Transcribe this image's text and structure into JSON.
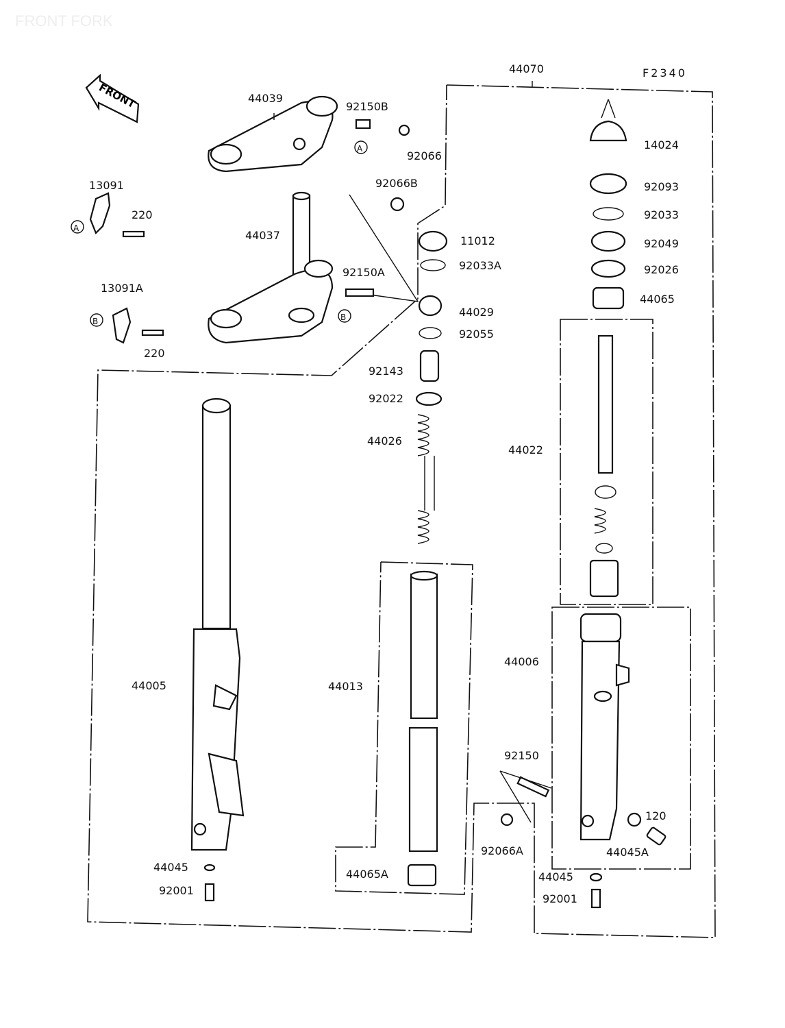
{
  "title": "FRONT FORK",
  "diagram_code": "F2340",
  "front_arrow": "FRONT",
  "ref_markers": {
    "a": "A",
    "b": "B"
  },
  "parts": {
    "p44070": "44070",
    "p44039": "44039",
    "p92150B": "92150B",
    "p92066": "92066",
    "p13091": "13091",
    "p220a": "220",
    "p92066B": "92066B",
    "p44037": "44037",
    "p11012": "11012",
    "p92033A": "92033A",
    "p92150A": "92150A",
    "p13091A": "13091A",
    "p220b": "220",
    "p44029": "44029",
    "p92055": "92055",
    "p92143": "92143",
    "p92022": "92022",
    "p44026": "44026",
    "p14024": "14024",
    "p92093": "92093",
    "p92033": "92033",
    "p92049": "92049",
    "p92026": "92026",
    "p44065": "44065",
    "p44022": "44022",
    "p44006": "44006",
    "p44005": "44005",
    "p44013": "44013",
    "p92150": "92150",
    "p120": "120",
    "p44045A": "44045A",
    "p92066A": "92066A",
    "p44065A": "44065A",
    "p44045a": "44045",
    "p92001a": "92001",
    "p44045b": "44045",
    "p92001b": "92001"
  }
}
